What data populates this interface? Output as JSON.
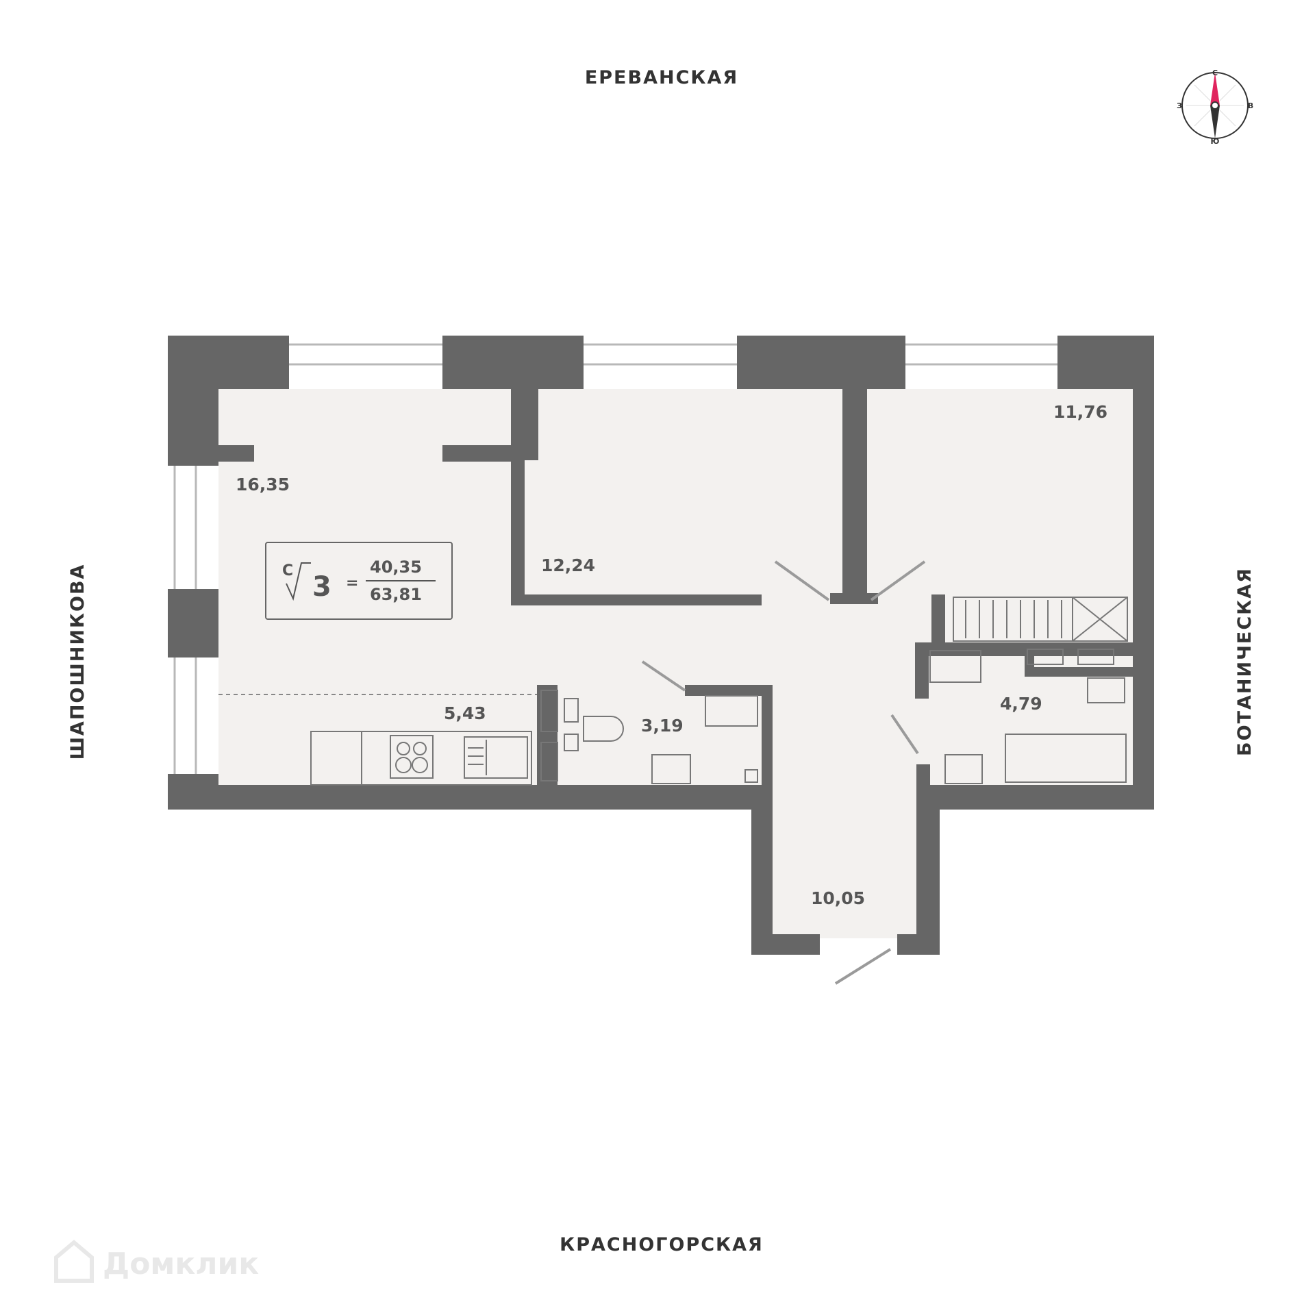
{
  "streets": {
    "north": "ЕРЕВАНСКАЯ",
    "south": "КРАСНОГОРСКАЯ",
    "west": "ШАПОШНИКОВА",
    "east": "БОТАНИЧЕСКАЯ"
  },
  "compass": {
    "north": "С",
    "south": "Ю",
    "west": "З",
    "east": "В",
    "needle_color": "#e0245e"
  },
  "rooms": {
    "living": "16,35",
    "bedroom_middle": "12,24",
    "bedroom_right": "11,76",
    "kitchen": "5,43",
    "toilet": "3,19",
    "bathroom": "4,79",
    "hallway": "10,05"
  },
  "badge": {
    "prefix": "С",
    "rooms": "3",
    "equals": "=",
    "living_area": "40,35",
    "total_area": "63,81"
  },
  "watermark": "Домклик",
  "colors": {
    "wall": "#666666",
    "floor": "#f3f1ef",
    "window": "#b8b8b8",
    "text": "#333333"
  }
}
